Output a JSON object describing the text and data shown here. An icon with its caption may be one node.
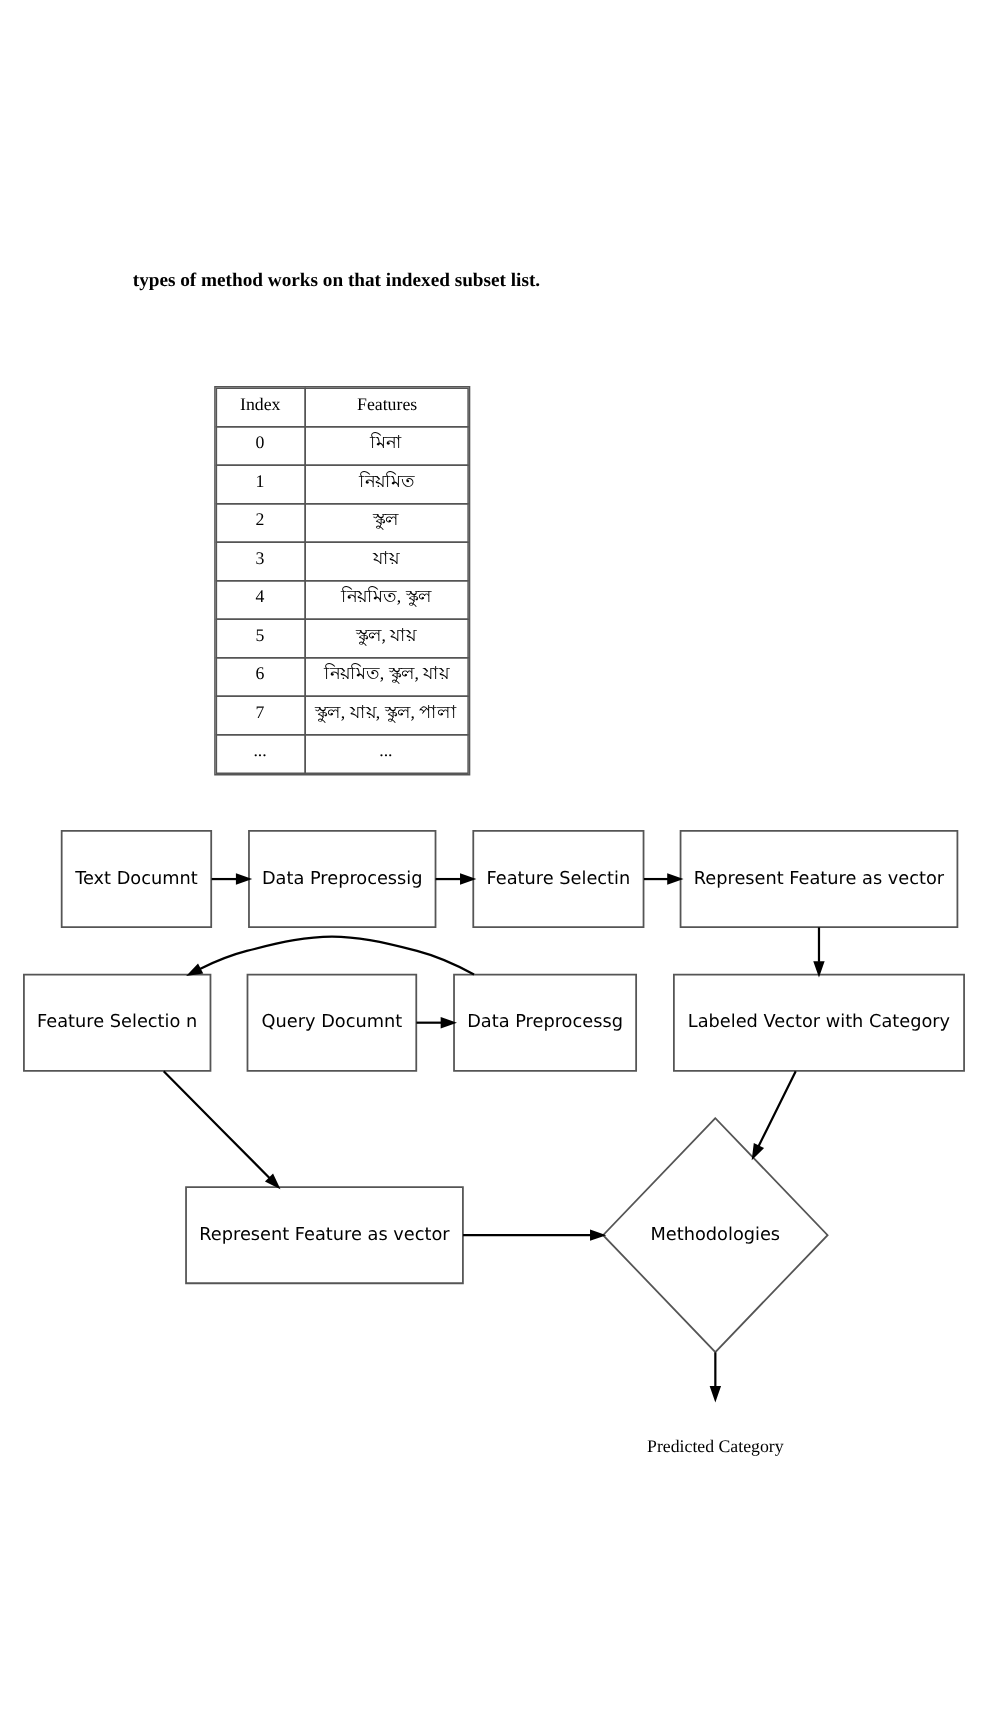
{
  "diagram": {
    "nodes": [
      {
        "text": [
          "Text Documnt"
        ]
      },
      {
        "text": [
          "Data Preprocessig"
        ]
      },
      {
        "text": [
          "Feature Selectin"
        ]
      },
      {
        "text": [
          "Represent Feature as vector"
        ]
      },
      {
        "text": [
          "Query Documnt"
        ]
      },
      {
        "text": [
          "Data Preprocessg"
        ]
      },
      {
        "text": [
          "Feature Selectio n"
        ]
      },
      {
        "text": [
          "Labeled Vector with Category"
        ]
      },
      {
        "text": [
          "Represent Feature as vector"
        ]
      },
      {
        "text": [
          "Methodologies"
        ]
      },
      {
        "text": [
          "Predicted Category"
        ]
      }
    ],
    "edges": [
      {
        "from": 0,
        "to": 1,
        "arrow": "to"
      },
      {
        "from": 1,
        "to": 2,
        "arrow": "to"
      },
      {
        "from": 2,
        "to": 3,
        "arrow": "to"
      },
      {
        "from": 3,
        "to": 7,
        "arrow": "to"
      },
      {
        "from": 4,
        "to": 5,
        "arrow": "to"
      },
      {
        "from": 5,
        "to": 6,
        "arrow": "to"
      },
      {
        "from": 6,
        "to": 8,
        "arrow": "to"
      },
      {
        "from": 7,
        "to": 9,
        "arrow": "to"
      },
      {
        "from": 8,
        "to": 9,
        "arrow": "to"
      },
      {
        "from": 9,
        "to": 10,
        "arrow": "to"
      }
    ],
    "labels": [
      "types of method works on that indexed subset list.",
      "Index",
      "Features",
      "0",
      "মিনা",
      "1",
      "নিয়মিত",
      "2",
      "স্কুল",
      "3",
      "যায়",
      "4",
      "নিয়মিত, স্কুল",
      "5",
      "স্কুল, যায়",
      "6",
      "নিয়মিত, স্কুল, যায়",
      "7",
      "স্কুল, যায়, স্কুল, পালা",
      "...",
      "..."
    ]
  }
}
